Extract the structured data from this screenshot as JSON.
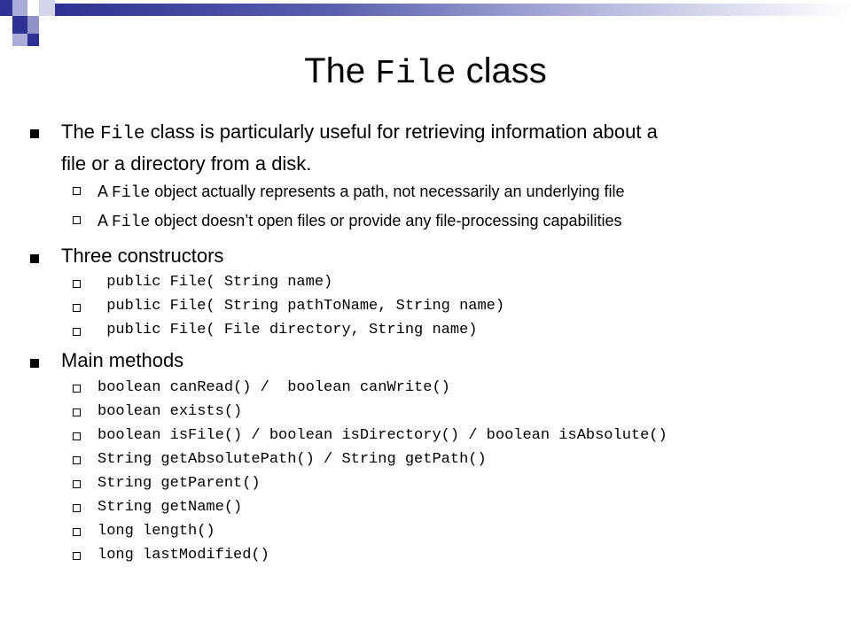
{
  "title": {
    "prefix": "The ",
    "code": "File",
    "suffix": " class"
  },
  "intro": {
    "prefix": "The ",
    "code": "File",
    "line1_rest": " class is particularly useful for retrieving information about a",
    "line2": "file or a directory from a disk.",
    "subpoints": [
      {
        "prefix": "A ",
        "code": "File",
        "rest": " object actually represents a path, not necessarily an underlying file"
      },
      {
        "prefix": "A ",
        "code": "File",
        "rest": " object doesn’t open files or provide any file-processing capabilities"
      }
    ]
  },
  "constructors": {
    "heading": "Three constructors",
    "items": [
      " public File( String name)",
      " public File( String pathToName, String name)",
      " public File( File directory, String name)"
    ]
  },
  "methods": {
    "heading": "Main methods",
    "items": [
      "boolean canRead() /  boolean canWrite()",
      "boolean exists()",
      "boolean isFile() / boolean isDirectory() / boolean isAbsolute()",
      "String getAbsolutePath() / String getPath()",
      "String getParent()",
      "String getName()",
      "long length()",
      "long lastModified()"
    ]
  },
  "colors": {
    "accent": "#2e3192",
    "accent_light": "#a8acd6"
  }
}
